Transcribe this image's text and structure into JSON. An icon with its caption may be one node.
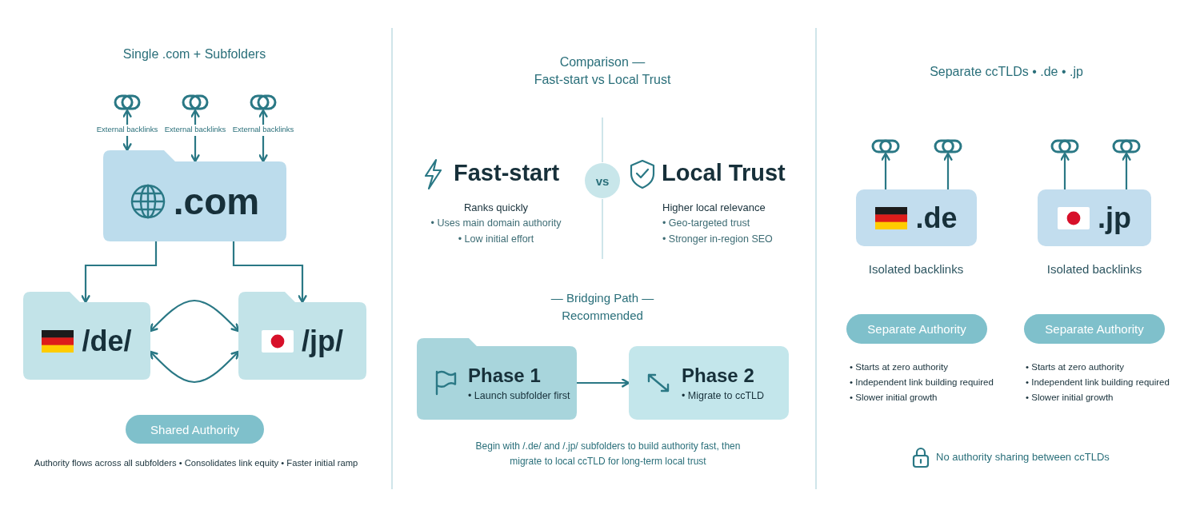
{
  "diagram": {
    "nodes": [
      {
        "text": [
          ".com"
        ]
      },
      {
        "text": [],
        "shape": "chain"
      },
      {
        "text": [],
        "shape": "chain"
      },
      {
        "text": [],
        "shape": "chain"
      },
      {
        "text": [
          "External backlinks"
        ]
      },
      {
        "text": [
          "External backlinks"
        ]
      },
      {
        "text": [
          "External backlinks"
        ]
      },
      {
        "text": [
          "/de/"
        ]
      },
      {
        "text": [
          "/jp/"
        ]
      },
      {
        "text": [
          "Shared Authority"
        ]
      },
      {
        "text": [
          "vs"
        ]
      },
      {
        "text": [
          "Phase 1",
          "• Launch subfolder first"
        ]
      },
      {
        "text": [
          "Phase 2",
          "• Migrate to ccTLD"
        ]
      },
      {
        "text": [],
        "shape": "chain"
      },
      {
        "text": [],
        "shape": "chain"
      },
      {
        "text": [],
        "shape": "chain"
      },
      {
        "text": [],
        "shape": "chain"
      },
      {
        "text": [
          ".de"
        ],
        "beside": [
          "Isolated backlinks"
        ]
      },
      {
        "text": [
          ".jp"
        ],
        "beside": [
          "Isolated backlinks"
        ]
      },
      {
        "text": [
          "Separate Authority"
        ]
      },
      {
        "text": [
          "Separate Authority"
        ]
      }
    ],
    "edges": [
      {
        "from": 4,
        "to": 1,
        "arrow": "to"
      },
      {
        "from": 5,
        "to": 2,
        "arrow": "to"
      },
      {
        "from": 6,
        "to": 3,
        "arrow": "to"
      },
      {
        "from": 4,
        "to": 0,
        "arrow": "to"
      },
      {
        "from": 5,
        "to": 0,
        "arrow": "to"
      },
      {
        "from": 6,
        "to": 0,
        "arrow": "to"
      },
      {
        "from": 0,
        "to": 7,
        "arrow": "to"
      },
      {
        "from": 0,
        "to": 8,
        "arrow": "to"
      },
      {
        "from": 7,
        "to": 8,
        "arrow": "both"
      },
      {
        "from": 8,
        "to": 7,
        "arrow": "both"
      },
      {
        "from": 11,
        "to": 12,
        "arrow": "to"
      },
      {
        "from": 17,
        "to": 13,
        "arrow": "to"
      },
      {
        "from": 17,
        "to": 14,
        "arrow": "to"
      },
      {
        "from": 18,
        "to": 15,
        "arrow": "to"
      },
      {
        "from": 18,
        "to": 16,
        "arrow": "to"
      }
    ],
    "labels": [
      "Single .com + Subfolders",
      "Comparison — Fast-start vs Local Trust",
      "Separate ccTLDs • .de • .jp",
      "Fast-start",
      "Local Trust",
      "Ranks quickly",
      "• Uses main domain authority",
      "• Low initial effort",
      "Higher local relevance",
      "• Geo-targeted trust",
      "• Stronger in-region SEO",
      "— Bridging Path — Recommended",
      "Authority flows across all subfolders • Consolidates link equity • Faster initial ramp",
      "Begin with /.de/ and /.jp/ subfolders to build authority fast, then migrate to local ccTLD for long-term local trust",
      "• Starts at zero authority",
      "• Independent link building required",
      "• Slower initial growth",
      "• Starts at zero authority",
      "• Independent link building required",
      "• Slower initial growth",
      "No authority sharing between ccTLDs"
    ]
  }
}
